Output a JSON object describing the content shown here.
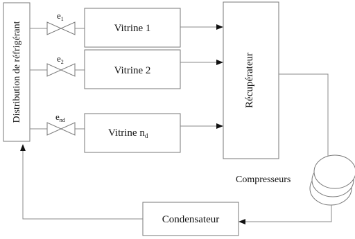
{
  "distribution": {
    "label": "Distribution de réfrigérant"
  },
  "recuperator": {
    "label": "Récupérateur"
  },
  "vitrines": [
    {
      "label": "Vitrine 1",
      "valve_base": "e",
      "valve_sub": "1"
    },
    {
      "label": "Vitrine 2",
      "valve_base": "e",
      "valve_sub": "2"
    },
    {
      "label": "Vitrine n",
      "label_sub": "d",
      "valve_base": "e",
      "valve_sub": "nd"
    }
  ],
  "compressors": {
    "label": "Compresseurs"
  },
  "condenser": {
    "label": "Condensateur"
  }
}
